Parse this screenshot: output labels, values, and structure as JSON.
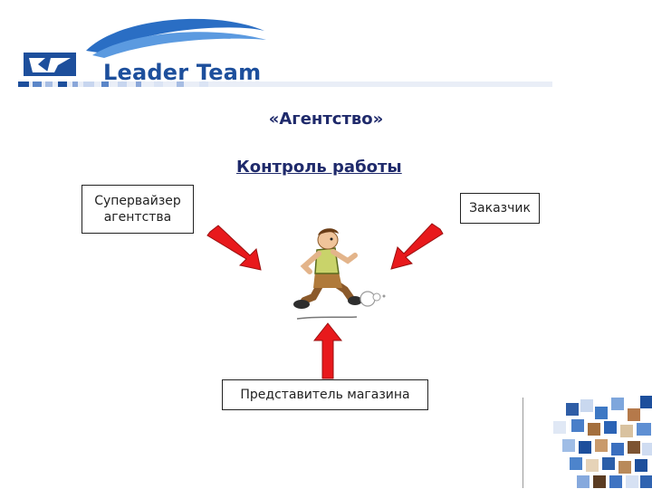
{
  "logo": {
    "text": "Leader Team"
  },
  "title": "«Агентство»",
  "subtitle": "Контроль работы",
  "nodes": {
    "supervisor": {
      "line1": "Супервайзер",
      "line2": "агентства"
    },
    "customer": "Заказчик",
    "store_rep": "Представитель магазина"
  },
  "colors": {
    "arrow": "#e8191c",
    "brand": "#1d4f9c",
    "title": "#1f2a6b"
  },
  "icons": [
    "logo-mark-icon",
    "runner-illustration",
    "photo-mosaic"
  ]
}
